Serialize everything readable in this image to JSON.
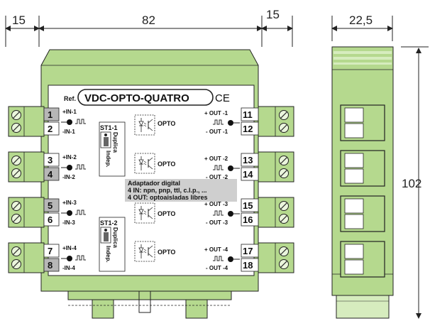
{
  "dimensions": {
    "left_margin": "15",
    "body_width": "82",
    "right_margin": "15",
    "depth": "22,5",
    "height": "102"
  },
  "front_panel": {
    "ref_prefix": "Ref.",
    "model": "VDC-OPTO-QUATRO",
    "ce_mark": "CE",
    "opto_label": "OPTO",
    "description": {
      "line1": "Adaptador digital",
      "line2": "4 IN: npn, pnp, ttl, c.l.p., ...",
      "line3": "4 OUT: optoaisladas  libres"
    },
    "jumpers": [
      {
        "name": "ST1-1",
        "opt_a": "Duplica",
        "opt_b": "Indep."
      },
      {
        "name": "ST1-2",
        "opt_a": "Duplica",
        "opt_b": "Indep."
      }
    ],
    "inputs": [
      {
        "top_num": "1",
        "bot_num": "2",
        "top_label": "+IN-1",
        "bot_label": "-IN-1"
      },
      {
        "top_num": "3",
        "bot_num": "4",
        "top_label": "+IN-2",
        "bot_label": "-IN-2"
      },
      {
        "top_num": "5",
        "bot_num": "6",
        "top_label": "+IN-3",
        "bot_label": "-IN-3"
      },
      {
        "top_num": "7",
        "bot_num": "8",
        "top_label": "+IN-4",
        "bot_label": "-IN-4"
      }
    ],
    "outputs": [
      {
        "top_num": "11",
        "bot_num": "12",
        "top_label": "+ OUT -1",
        "bot_label": "- OUT -1"
      },
      {
        "top_num": "13",
        "bot_num": "14",
        "top_label": "+ OUT -2",
        "bot_label": "- OUT -2"
      },
      {
        "top_num": "15",
        "bot_num": "16",
        "top_label": "+ OUT -3",
        "bot_label": "- OUT -3"
      },
      {
        "top_num": "17",
        "bot_num": "18",
        "top_label": "+ OUT -4",
        "bot_label": "- OUT -4"
      }
    ]
  },
  "colors": {
    "green_body": "#b5d98e",
    "green_dark": "#8cbf66",
    "green_light": "#d6ecbe",
    "face": "#ffffff",
    "number_box_shaded": "#b7b7b7"
  }
}
